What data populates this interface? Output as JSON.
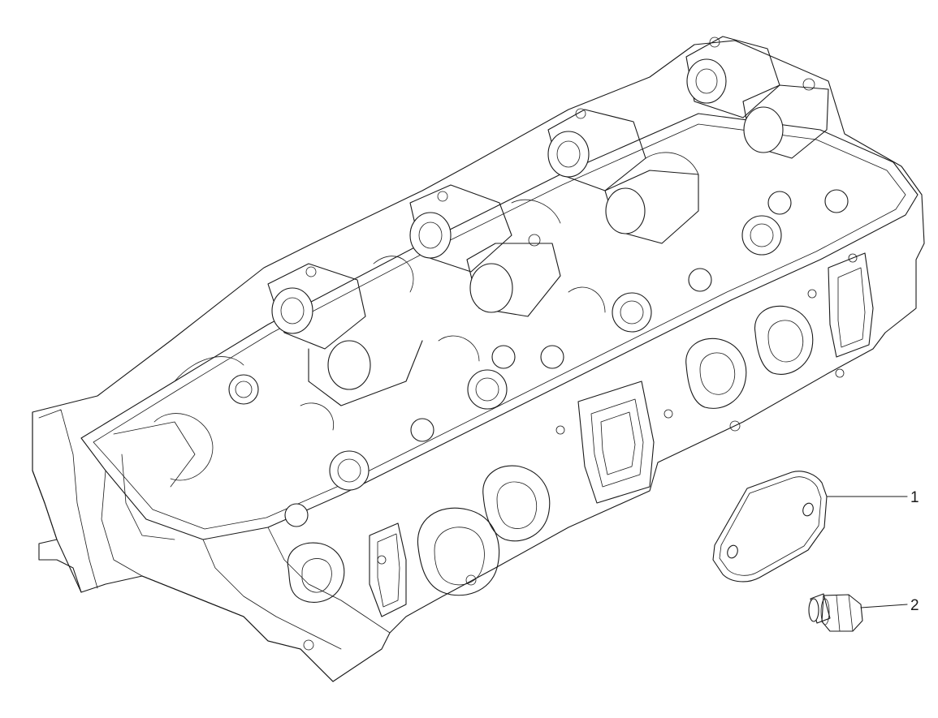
{
  "diagram": {
    "colors": {
      "line": "#1a1a1a",
      "background": "#ffffff"
    },
    "parts": [
      {
        "id": "part-1",
        "number": "1"
      },
      {
        "id": "part-2",
        "number": "2"
      }
    ]
  }
}
